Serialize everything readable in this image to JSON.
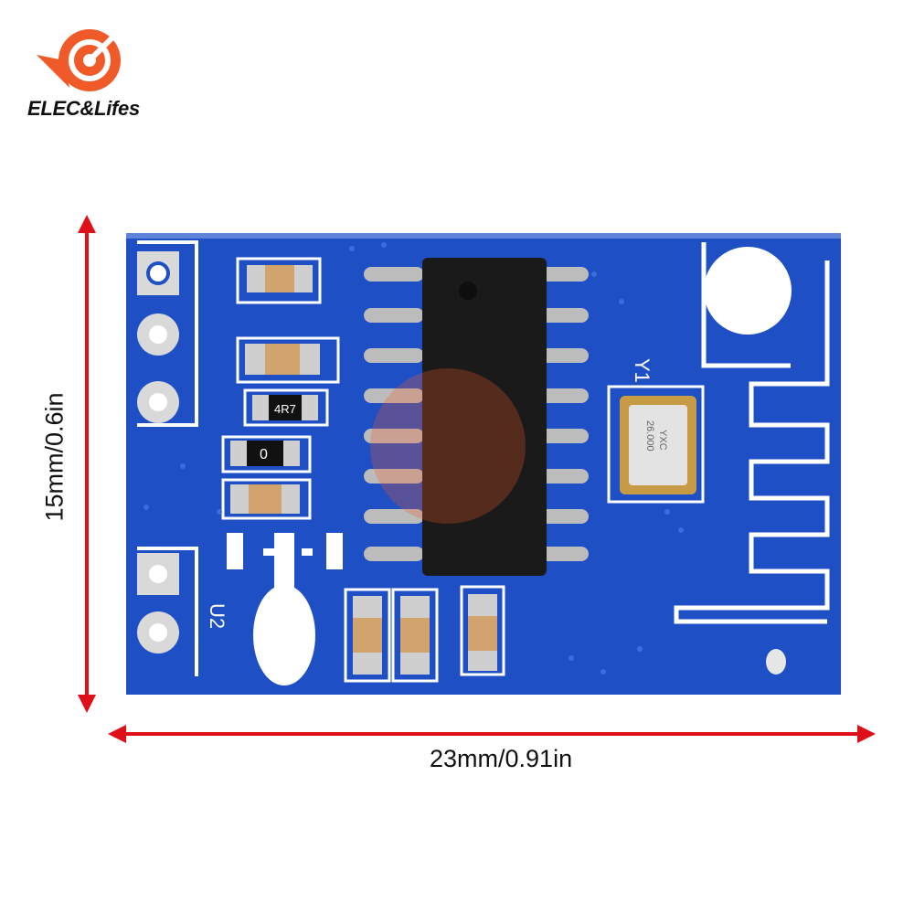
{
  "brand": {
    "name": "ELEC&Lifes"
  },
  "dimensions": {
    "width_label": "23mm/0.91in",
    "height_label": "15mm/0.6in"
  },
  "board": {
    "silkscreen_y1": "Y1",
    "silkscreen_u2": "U2",
    "resistor_label": "4R7",
    "zero_resistor_label": "0",
    "crystal_text_1": "YXC",
    "crystal_text_2": "26.000"
  },
  "colors": {
    "pcb_blue": "#1f4fc4",
    "arrow_red": "#e0101a",
    "logo_orange": "#f05a28"
  }
}
